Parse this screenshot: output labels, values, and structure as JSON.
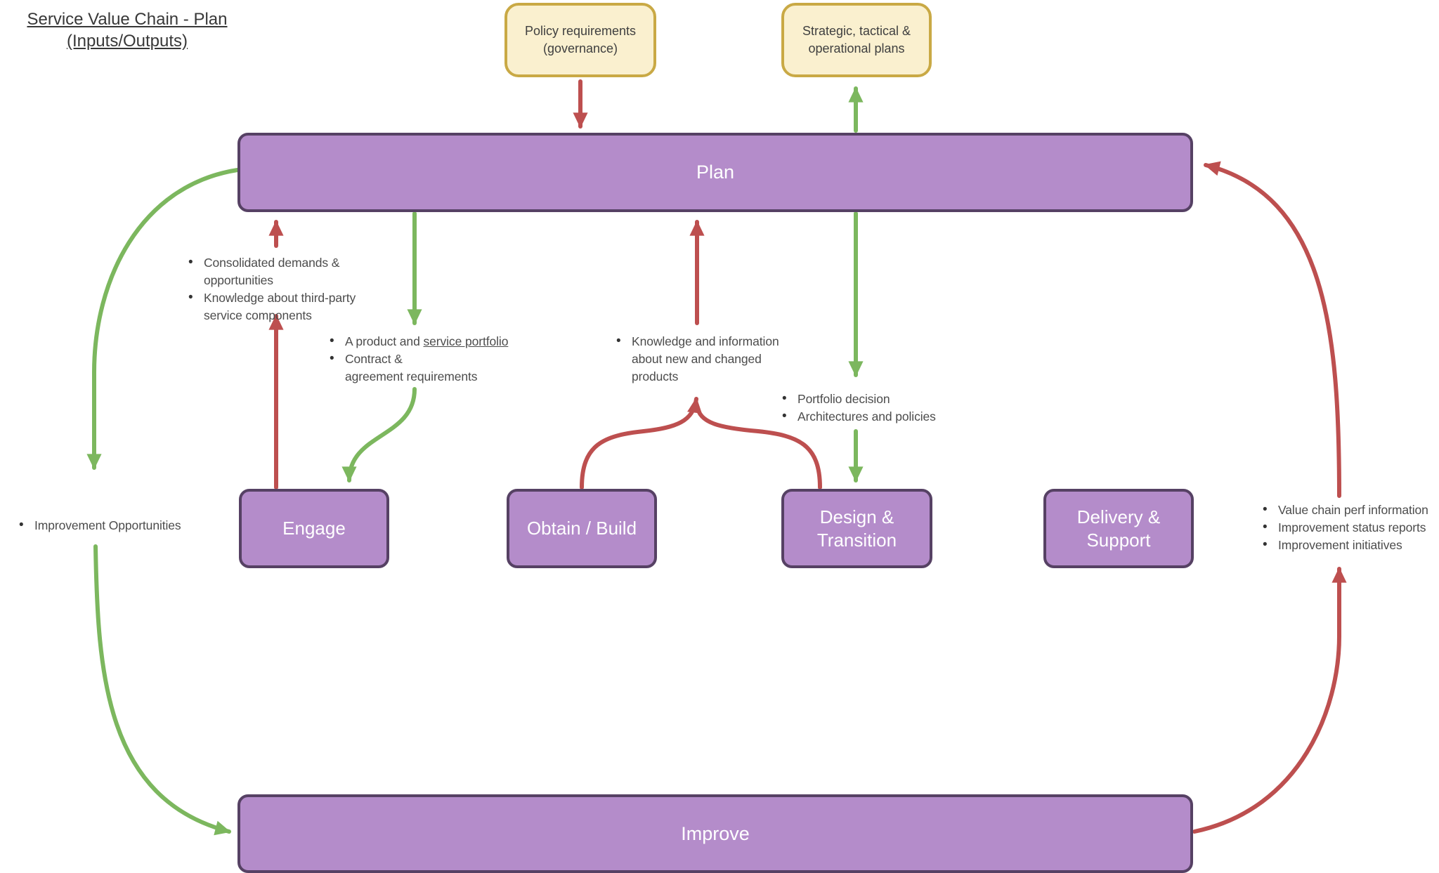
{
  "title": {
    "line1": "Service Value Chain - Plan",
    "line2": "(Inputs/Outputs)"
  },
  "nodes": {
    "policy": [
      "Policy requirements",
      "(governance)"
    ],
    "strategic": [
      "Strategic, tactical &",
      "operational plans"
    ],
    "plan": "Plan",
    "engage": "Engage",
    "obtain_build": "Obtain / Build",
    "design_transition": [
      "Design &",
      "Transition"
    ],
    "delivery_support": [
      "Delivery &",
      "Support"
    ],
    "improve": "Improve"
  },
  "bullets": {
    "plan_inputs_from_engage": {
      "items": [
        [
          "Consolidated demands &",
          "opportunities"
        ],
        [
          "Knowledge about third-party",
          "service components"
        ]
      ]
    },
    "engage_outputs": {
      "item1_prefix": "A product and ",
      "item1_link": "service portfolio",
      "item2": [
        "Contract &",
        "agreement requirements"
      ]
    },
    "center_outputs": {
      "items": [
        [
          "Knowledge and information",
          "about new and changed",
          "products"
        ]
      ]
    },
    "design_transition_inputs": {
      "items": [
        "Portfolio decision",
        "Architectures and policies"
      ]
    },
    "improvement_opportunities": {
      "items": [
        "Improvement Opportunities"
      ]
    },
    "improve_outputs": {
      "items": [
        "Value chain perf information",
        "Improvement status reports",
        "Improvement initiatives"
      ]
    }
  },
  "edges": [
    {
      "from": "policy",
      "to": "plan",
      "color": "red"
    },
    {
      "from": "plan",
      "to": "strategic",
      "color": "green"
    },
    {
      "from": "engage",
      "to": "plan",
      "color": "red",
      "label": "plan_inputs_from_engage"
    },
    {
      "from": "plan",
      "to": "engage",
      "color": "green",
      "label": "engage_outputs"
    },
    {
      "from": "obtain_build",
      "to": "plan",
      "color": "red",
      "label": "center_outputs"
    },
    {
      "from": "design_transition",
      "to": "plan",
      "color": "red",
      "label": "center_outputs"
    },
    {
      "from": "plan",
      "to": "design_transition",
      "color": "green",
      "label": "design_transition_inputs"
    },
    {
      "from": "plan",
      "to": "improve",
      "color": "green",
      "label": "improvement_opportunities"
    },
    {
      "from": "improve",
      "to": "plan",
      "color": "red",
      "label": "improve_outputs"
    }
  ],
  "colors": {
    "purple_fill": "#b48cca",
    "purple_border": "#564164",
    "yellow_fill": "#faf0cf",
    "yellow_border": "#c9a945",
    "green_arrow": "#7cb75e",
    "red_arrow": "#bd4f4f",
    "text_dark": "#383838",
    "text_bullet": "#4c4c4c"
  }
}
